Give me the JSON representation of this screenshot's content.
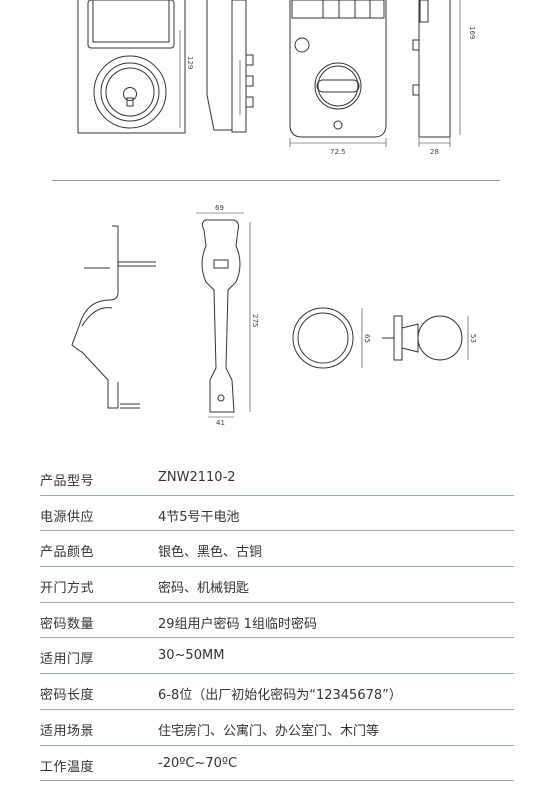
{
  "dimensions": {
    "front_panel_height": "129",
    "back_panel_height": "169",
    "back_panel_width": "72.5",
    "side_depth": "28",
    "handle_width": "69",
    "handle_height": "275",
    "handle_bottom_width": "41",
    "knob_diameter": "65",
    "knob_side": "53"
  },
  "specs": [
    {
      "label": "产品型号",
      "value": "ZNW2110-2"
    },
    {
      "label": "电源供应",
      "value": "4节5号干电池"
    },
    {
      "label": "产品颜色",
      "value": "银色、黑色、古铜"
    },
    {
      "label": "开门方式",
      "value": "密码、机械钥匙"
    },
    {
      "label": "密码数量",
      "value": "29组用户密码  1组临时密码"
    },
    {
      "label": "适用门厚",
      "value": "30~50MM"
    },
    {
      "label": "密码长度",
      "value": "6-8位（出厂初始化密码为“12345678”）"
    },
    {
      "label": "适用场景",
      "value": "住宅房门、公寓门、办公室门、木门等"
    },
    {
      "label": "工作温度",
      "value": "-20ºC~70ºC"
    }
  ]
}
